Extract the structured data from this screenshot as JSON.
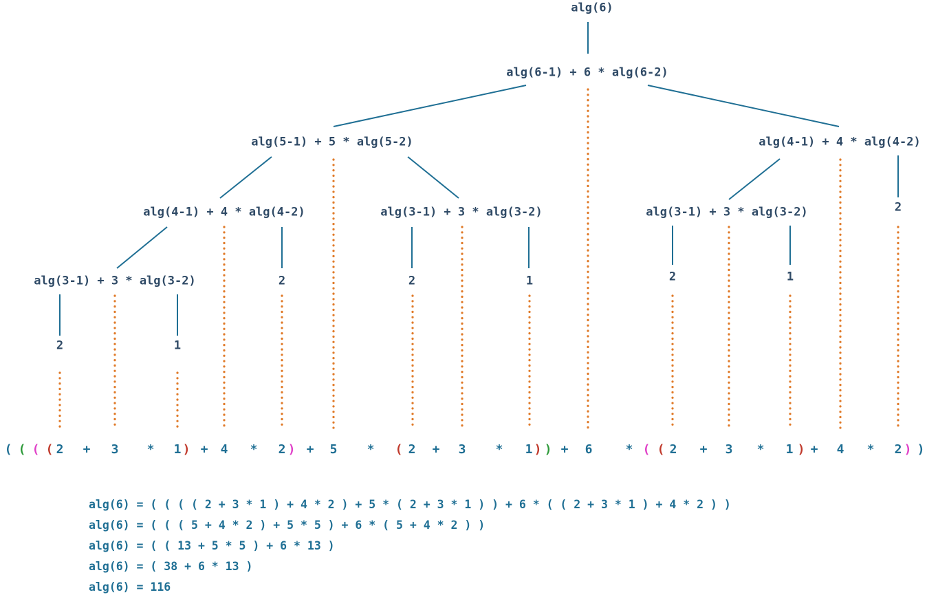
{
  "colors": {
    "node_text": "#2f4a66",
    "tree_line": "#1f6f94",
    "dotted_line": "#e07a28",
    "expr_default": "#1f6f94",
    "paren_green": "#2e9a3a",
    "paren_magenta": "#e040c8",
    "paren_red": "#c0392b",
    "equation_text": "#1f6f94"
  },
  "nodes": [
    "alg(6)",
    "alg(6-1) + 6 * alg(6-2)",
    "alg(5-1) + 5 * alg(5-2)",
    "alg(4-1) + 4 * alg(4-2)",
    "alg(4-1) + 4 * alg(4-2)",
    "alg(3-1) + 3 * alg(3-2)",
    "alg(3-1) + 3 * alg(3-2)",
    "alg(3-1) + 3 * alg(3-2)",
    "2",
    "1",
    "2",
    "2",
    "1",
    "2",
    "1",
    "2"
  ],
  "expression": [
    {
      "t": "(",
      "c": "blue"
    },
    {
      "t": "(",
      "c": "green"
    },
    {
      "t": "(",
      "c": "magenta"
    },
    {
      "t": "(",
      "c": "red"
    },
    {
      "t": "2",
      "c": "blue"
    },
    {
      "t": "+",
      "c": "blue"
    },
    {
      "t": "3",
      "c": "blue"
    },
    {
      "t": "*",
      "c": "blue"
    },
    {
      "t": "1",
      "c": "blue"
    },
    {
      "t": ")",
      "c": "red"
    },
    {
      "t": "+",
      "c": "blue"
    },
    {
      "t": "4",
      "c": "blue"
    },
    {
      "t": "*",
      "c": "blue"
    },
    {
      "t": "2",
      "c": "blue"
    },
    {
      "t": ")",
      "c": "magenta"
    },
    {
      "t": "+",
      "c": "blue"
    },
    {
      "t": "5",
      "c": "blue"
    },
    {
      "t": "*",
      "c": "blue"
    },
    {
      "t": "(",
      "c": "red"
    },
    {
      "t": "2",
      "c": "blue"
    },
    {
      "t": "+",
      "c": "blue"
    },
    {
      "t": "3",
      "c": "blue"
    },
    {
      "t": "*",
      "c": "blue"
    },
    {
      "t": "1",
      "c": "blue"
    },
    {
      "t": ")",
      "c": "red"
    },
    {
      "t": ")",
      "c": "green"
    },
    {
      "t": "+",
      "c": "blue"
    },
    {
      "t": "6",
      "c": "blue"
    },
    {
      "t": "*",
      "c": "blue"
    },
    {
      "t": "(",
      "c": "magenta"
    },
    {
      "t": "(",
      "c": "red"
    },
    {
      "t": "2",
      "c": "blue"
    },
    {
      "t": "+",
      "c": "blue"
    },
    {
      "t": "3",
      "c": "blue"
    },
    {
      "t": "*",
      "c": "blue"
    },
    {
      "t": "1",
      "c": "blue"
    },
    {
      "t": ")",
      "c": "red"
    },
    {
      "t": "+",
      "c": "blue"
    },
    {
      "t": "4",
      "c": "blue"
    },
    {
      "t": "*",
      "c": "blue"
    },
    {
      "t": "2",
      "c": "blue"
    },
    {
      "t": ")",
      "c": "magenta"
    },
    {
      "t": ")",
      "c": "blue"
    }
  ],
  "equations": [
    "alg(6) = ( ( ( ( 2 + 3 * 1 ) + 4 * 2 ) + 5 * ( 2 + 3 * 1 ) ) + 6 * ( ( 2 + 3 * 1 ) + 4 * 2 ) )",
    "alg(6) = ( ( ( 5 + 4 * 2 ) + 5 * 5 ) + 6 * ( 5 + 4 * 2 ) )",
    "alg(6) = ( ( 13 + 5 * 5 ) + 6 * 13 )",
    "alg(6) = ( 38 + 6 * 13 )",
    "alg(6) = 116"
  ]
}
